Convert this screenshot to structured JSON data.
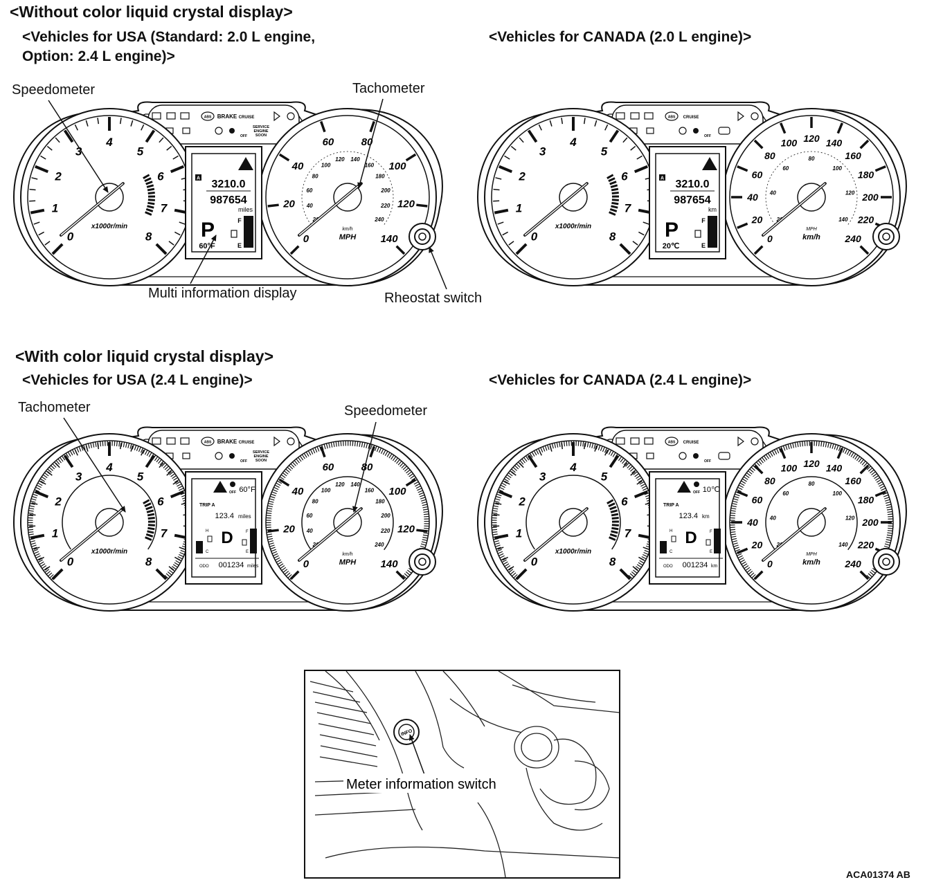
{
  "sections": {
    "without_color": {
      "heading": "<Without color liquid crystal display>",
      "usa_heading_line1": "<Vehicles for USA (Standard: 2.0 L engine,",
      "usa_heading_line2": "Option: 2.4 L engine)>",
      "canada_heading": "<Vehicles for CANADA (2.0 L engine)>",
      "callouts": {
        "speedometer": "Speedometer",
        "tachometer": "Tachometer",
        "multi_info": "Multi information display",
        "rheostat": "Rheostat switch"
      }
    },
    "with_color": {
      "heading": "<With color liquid crystal display>",
      "usa_heading": "<Vehicles for USA (2.4 L engine)>",
      "canada_heading": "<Vehicles for CANADA (2.4 L engine)>",
      "callouts": {
        "tachometer": "Tachometer",
        "speedometer": "Speedometer"
      }
    },
    "switch": {
      "callout": "Meter information switch",
      "button_label": "INFO"
    }
  },
  "clusters": [
    {
      "id": "usa-mono",
      "tach": {
        "ticks": [
          "0",
          "1",
          "2",
          "3",
          "4",
          "5",
          "6",
          "7",
          "8"
        ],
        "unit": "x1000r/min"
      },
      "speedo": {
        "outer": [
          "0",
          "20",
          "40",
          "60",
          "80",
          "100",
          "120",
          "140"
        ],
        "inner": [
          "20",
          "40",
          "60",
          "80",
          "100",
          "120",
          "140",
          "160",
          "180",
          "200",
          "220",
          "240"
        ],
        "unit_top": "km/h",
        "unit": "MPH"
      },
      "display": {
        "odo": "3210.0",
        "trip": "987654",
        "dist_unit": "miles",
        "gear": "P",
        "temp": "60°F",
        "fuel_f": "F",
        "fuel_e": "E",
        "mode": "A"
      },
      "telltales_top": [
        "ABS",
        "BRAKE",
        "CRUISE"
      ],
      "telltales_bottom": [
        "SERVICE",
        "ENGINE",
        "SOON"
      ],
      "off_label": "OFF"
    },
    {
      "id": "canada-mono",
      "tach": {
        "ticks": [
          "0",
          "1",
          "2",
          "3",
          "4",
          "5",
          "6",
          "7",
          "8"
        ],
        "unit": "x1000r/min"
      },
      "speedo": {
        "outer": [
          "0",
          "20",
          "40",
          "60",
          "80",
          "100",
          "120",
          "140",
          "160",
          "180",
          "200",
          "220",
          "240"
        ],
        "inner": [
          "20",
          "40",
          "60",
          "80",
          "100",
          "120",
          "140"
        ],
        "unit_top": "MPH",
        "unit": "km/h"
      },
      "display": {
        "odo": "3210.0",
        "trip": "987654",
        "dist_unit": "km",
        "gear": "P",
        "temp": "20℃",
        "fuel_f": "F",
        "fuel_e": "E",
        "mode": "A"
      },
      "telltales_top": [
        "ABS",
        "CRUISE"
      ],
      "telltales_bottom": [],
      "off_label": "OFF"
    },
    {
      "id": "usa-color",
      "tach": {
        "ticks": [
          "0",
          "1",
          "2",
          "3",
          "4",
          "5",
          "6",
          "7",
          "8"
        ],
        "unit": "x1000r/min"
      },
      "speedo": {
        "outer": [
          "0",
          "20",
          "40",
          "60",
          "80",
          "100",
          "120",
          "140"
        ],
        "inner": [
          "20",
          "40",
          "60",
          "80",
          "100",
          "120",
          "140",
          "160",
          "180",
          "200",
          "220",
          "240"
        ],
        "unit_top": "km/h",
        "unit": "MPH"
      },
      "display": {
        "temp": "60°F",
        "trip_label": "TRIP A",
        "trip": "123.4",
        "trip_unit": "miles",
        "gear": "D",
        "odo_label": "ODO",
        "odo": "001234",
        "odo_unit": "miles",
        "temp_h": "H",
        "temp_c": "C",
        "fuel_f": "F",
        "fuel_e": "E"
      },
      "telltales_top": [
        "ABS",
        "BRAKE",
        "CRUISE"
      ],
      "telltales_bottom": [
        "SERVICE",
        "ENGINE",
        "SOON"
      ],
      "off_label": "OFF"
    },
    {
      "id": "canada-color",
      "tach": {
        "ticks": [
          "0",
          "1",
          "2",
          "3",
          "4",
          "5",
          "6",
          "7",
          "8"
        ],
        "unit": "x1000r/min"
      },
      "speedo": {
        "outer": [
          "0",
          "20",
          "40",
          "60",
          "80",
          "100",
          "120",
          "140",
          "160",
          "180",
          "200",
          "220",
          "240"
        ],
        "inner": [
          "20",
          "40",
          "60",
          "80",
          "100",
          "120",
          "140"
        ],
        "unit_top": "MPH",
        "unit": "km/h"
      },
      "display": {
        "temp": "10℃",
        "trip_label": "TRIP A",
        "trip": "123.4",
        "trip_unit": "km",
        "gear": "D",
        "odo_label": "ODO",
        "odo": "001234",
        "odo_unit": "km",
        "temp_h": "H",
        "temp_c": "C",
        "fuel_f": "F",
        "fuel_e": "E"
      },
      "telltales_top": [
        "ABS",
        "CRUISE"
      ],
      "telltales_bottom": [],
      "off_label": "OFF"
    }
  ],
  "figure_code": "ACA01374 AB"
}
